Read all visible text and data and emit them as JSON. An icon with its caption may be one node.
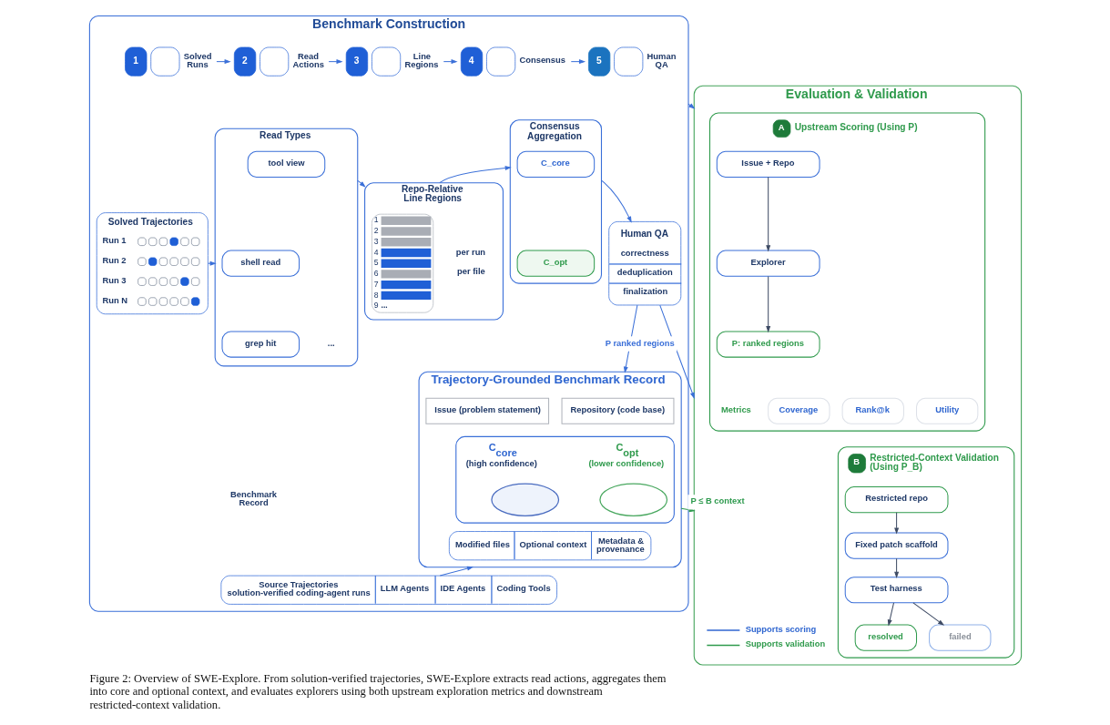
{
  "diagram": {
    "caption": "Figure 2: Overview of SWE-Explore. From solution-verified trajectories, SWE-Explore extracts read actions, aggregates them into core and optional context, and evaluates explorers using both upstream exploration metrics and downstream restricted-context validation.",
    "nodes": [
      {
        "text": [
          "Benchmark Construction"
        ]
      },
      {
        "text": [
          "1"
        ],
        "beside": [
          "Solved Runs"
        ],
        "in": 0
      },
      {
        "text": [
          "2"
        ],
        "beside": [
          "Read Actions"
        ],
        "in": 0
      },
      {
        "text": [
          "3"
        ],
        "beside": [
          "Line Regions"
        ],
        "in": 0
      },
      {
        "text": [
          "4"
        ],
        "beside": [
          "Consensus"
        ],
        "in": 0
      },
      {
        "text": [
          "5"
        ],
        "beside": [
          "Human QA"
        ],
        "in": 0
      },
      {
        "text": [
          "Solved Trajectories",
          "Run 1",
          "Run 2",
          "Run 3",
          "Run N"
        ],
        "in": 0
      },
      {
        "text": [
          "Read Types",
          "..."
        ],
        "in": 0
      },
      {
        "text": [
          "tool view"
        ],
        "in": 7
      },
      {
        "text": [
          "shell read"
        ],
        "in": 7
      },
      {
        "text": [
          "grep hit"
        ],
        "in": 7
      },
      {
        "text": [
          "Repo-Relative Line Regions",
          "per run",
          "per file"
        ],
        "in": 0
      },
      {
        "text": [
          "1",
          "2",
          "3",
          "4",
          "5",
          "6",
          "7",
          "8",
          "9",
          "..."
        ],
        "in": 11
      },
      {
        "text": [
          "Consensus Aggregation"
        ],
        "in": 0
      },
      {
        "text": [
          "C_core"
        ],
        "in": 13
      },
      {
        "text": [
          "C_opt"
        ],
        "in": 13
      },
      {
        "text": [
          "Human QA",
          "correctness",
          "deduplication",
          "finalization"
        ],
        "in": 0
      },
      {
        "text": [
          "Trajectory-Grounded Benchmark Record"
        ],
        "in": 0
      },
      {
        "text": [
          "Issue (problem statement)"
        ],
        "in": 17
      },
      {
        "text": [
          "Repository (code base)"
        ],
        "in": 17
      },
      {
        "text": [
          "C$_{core}$",
          "(high confidence)",
          "C$_{opt}$",
          "(lower confidence)"
        ],
        "in": 17
      },
      {
        "text": [],
        "shape": "ellipse",
        "in": 20
      },
      {
        "text": [],
        "shape": "ellipse",
        "in": 20
      },
      {
        "text": [
          "Modified files",
          "Optional context",
          "Metadata & provenance"
        ],
        "in": 17
      },
      {
        "text": [
          "Source Trajectories",
          "solution-verified coding-agent runs",
          "LLM Agents",
          "IDE Agents",
          "Coding Tools"
        ],
        "in": 0
      },
      {
        "text": [
          "Evaluation & Validation"
        ]
      },
      {
        "text": [
          "A",
          "Upstream Scoring (Using P)"
        ],
        "in": 25
      },
      {
        "text": [
          "Issue + Repo"
        ],
        "in": 26
      },
      {
        "text": [
          "Explorer"
        ],
        "in": 26
      },
      {
        "text": [
          "P: ranked regions"
        ],
        "in": 26
      },
      {
        "text": [
          "Coverage"
        ],
        "in": 26
      },
      {
        "text": [
          "Rank@k"
        ],
        "in": 26
      },
      {
        "text": [
          "Utility"
        ],
        "in": 26
      },
      {
        "text": [
          "B",
          "Restricted-Context Validation (Using P_B)"
        ],
        "in": 25
      },
      {
        "text": [
          "Restricted repo"
        ],
        "in": 33
      },
      {
        "text": [
          "Fixed patch scaffold"
        ],
        "in": 33
      },
      {
        "text": [
          "Test harness"
        ],
        "in": 33
      },
      {
        "text": [
          "resolved"
        ],
        "in": 33
      },
      {
        "text": [
          "failed"
        ],
        "in": 33
      }
    ],
    "edges": [
      {
        "from": 1,
        "to": 2,
        "arrow": "to"
      },
      {
        "from": 2,
        "to": 3,
        "arrow": "to"
      },
      {
        "from": 3,
        "to": 4,
        "arrow": "to"
      },
      {
        "from": 4,
        "to": 5,
        "arrow": "to"
      },
      {
        "from": 6,
        "to": 7,
        "arrow": "to"
      },
      {
        "from": 7,
        "to": 11,
        "arrow": "to"
      },
      {
        "from": 11,
        "to": 13,
        "arrow": "to"
      },
      {
        "from": 13,
        "to": 16,
        "arrow": "to"
      },
      {
        "from": 16,
        "to": 17,
        "arrow": "to"
      },
      {
        "from": 16,
        "to": 25,
        "arrow": "to",
        "label": "P ranked regions"
      },
      {
        "from": 17,
        "to": 25,
        "arrow": "to",
        "label": "P ≤ B context",
        "color": "#2e9a4e"
      },
      {
        "from": 24,
        "to": 17,
        "arrow": "to"
      },
      {
        "from": 0,
        "to": 25,
        "arrow": "to"
      },
      {
        "from": 27,
        "to": 28,
        "arrow": "to",
        "color": "#3d4a63"
      },
      {
        "from": 28,
        "to": 29,
        "arrow": "to",
        "color": "#3d4a63"
      },
      {
        "from": 34,
        "to": 35,
        "arrow": "to",
        "color": "#3d4a63"
      },
      {
        "from": 35,
        "to": 36,
        "arrow": "to",
        "color": "#3d4a63"
      },
      {
        "from": 36,
        "to": 37,
        "arrow": "to",
        "color": "#3d4a63"
      },
      {
        "from": 36,
        "to": 38,
        "arrow": "to",
        "color": "#3d4a63"
      }
    ],
    "labels": [
      "Benchmark Record",
      "Metrics"
    ],
    "legend": [
      {
        "text": "Supports scoring"
      },
      {
        "text": "Supports validation"
      }
    ]
  }
}
